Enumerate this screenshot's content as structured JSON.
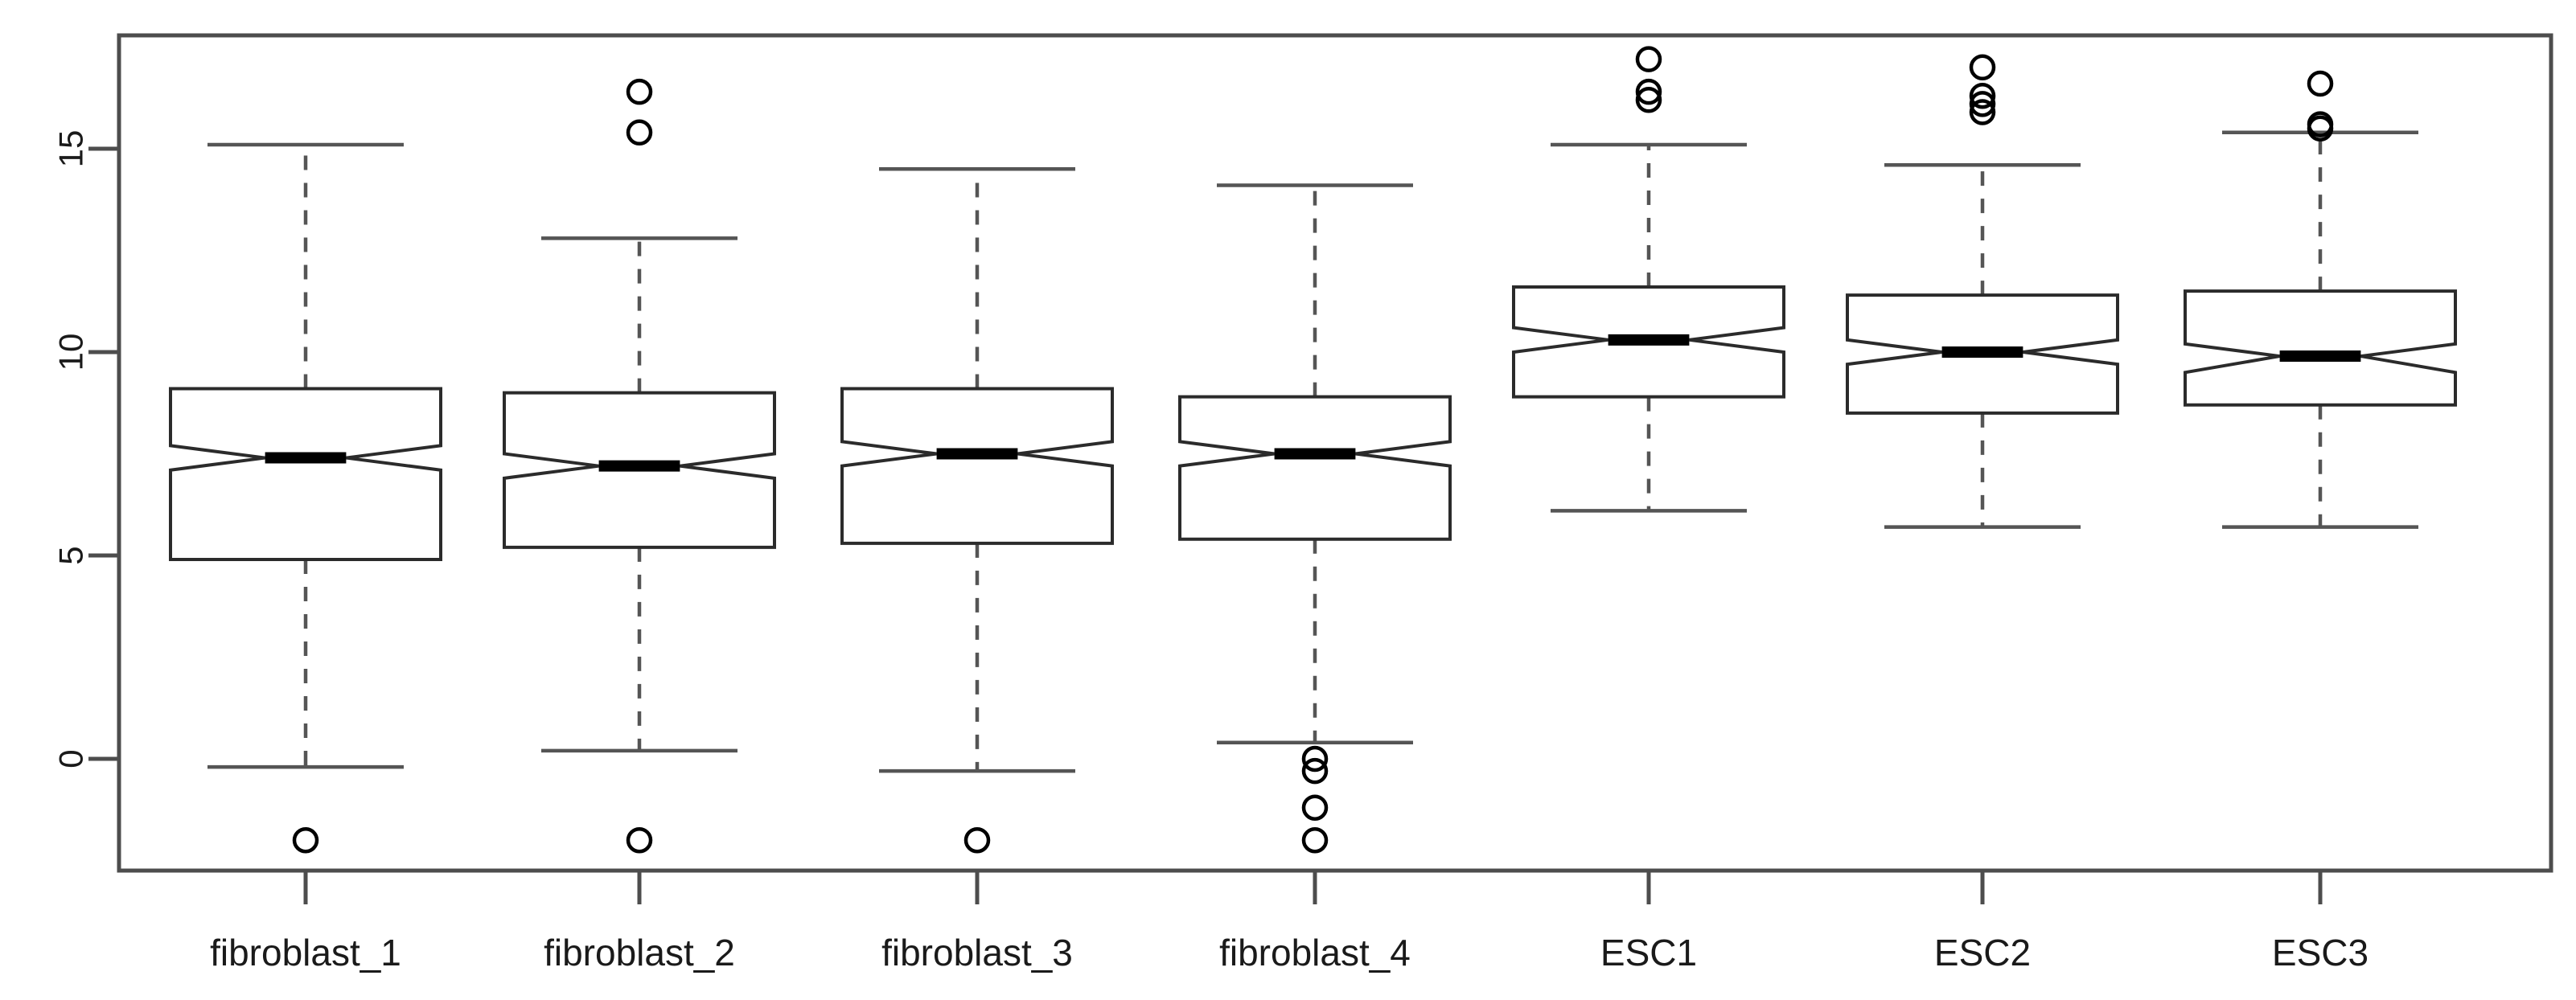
{
  "chart_data": {
    "type": "boxplot",
    "title": "",
    "xlabel": "",
    "ylabel": "",
    "notched": true,
    "grid": false,
    "legend_position": "none",
    "ylim": [
      -2.6,
      17.7
    ],
    "y_ticks": [
      "0",
      "5",
      "10",
      "15"
    ],
    "y_tick_values": [
      0,
      5,
      10,
      15
    ],
    "categories": [
      "fibroblast_1",
      "fibroblast_2",
      "fibroblast_3",
      "fibroblast_4",
      "ESC1",
      "ESC2",
      "ESC3"
    ],
    "boxes": [
      {
        "label": "fibroblast_1",
        "whisker_low": -0.2,
        "q1": 4.9,
        "median": 7.4,
        "q3": 9.1,
        "whisker_high": 15.1,
        "notch_low": 7.1,
        "notch_high": 7.7,
        "outliers": [
          -2.0
        ]
      },
      {
        "label": "fibroblast_2",
        "whisker_low": 0.2,
        "q1": 5.2,
        "median": 7.2,
        "q3": 9.0,
        "whisker_high": 12.8,
        "notch_low": 6.9,
        "notch_high": 7.5,
        "outliers": [
          -2.0,
          15.4,
          16.4
        ]
      },
      {
        "label": "fibroblast_3",
        "whisker_low": -0.3,
        "q1": 5.3,
        "median": 7.5,
        "q3": 9.1,
        "whisker_high": 14.5,
        "notch_low": 7.2,
        "notch_high": 7.8,
        "outliers": [
          -2.0
        ]
      },
      {
        "label": "fibroblast_4",
        "whisker_low": 0.4,
        "q1": 5.4,
        "median": 7.5,
        "q3": 8.9,
        "whisker_high": 14.1,
        "notch_low": 7.2,
        "notch_high": 7.8,
        "outliers": [
          0.0,
          -0.3,
          -1.2,
          -2.0
        ]
      },
      {
        "label": "ESC1",
        "whisker_low": 6.1,
        "q1": 8.9,
        "median": 10.3,
        "q3": 11.6,
        "whisker_high": 15.1,
        "notch_low": 10.0,
        "notch_high": 10.6,
        "outliers": [
          16.2,
          16.4,
          17.2
        ]
      },
      {
        "label": "ESC2",
        "whisker_low": 5.7,
        "q1": 8.5,
        "median": 10.0,
        "q3": 11.4,
        "whisker_high": 14.6,
        "notch_low": 9.7,
        "notch_high": 10.3,
        "outliers": [
          15.9,
          16.1,
          16.3,
          17.0
        ]
      },
      {
        "label": "ESC3",
        "whisker_low": 5.7,
        "q1": 8.7,
        "median": 9.9,
        "q3": 11.5,
        "whisker_high": 15.4,
        "notch_low": 9.5,
        "notch_high": 10.2,
        "outliers": [
          15.5,
          15.6,
          16.6
        ]
      }
    ]
  },
  "style": {
    "frame_color": "#4d4d4d",
    "box_color": "#3a3a3a",
    "median_color": "#000000",
    "whisker_color": "#555555",
    "outlier_color": "#000000",
    "background": "#ffffff"
  }
}
